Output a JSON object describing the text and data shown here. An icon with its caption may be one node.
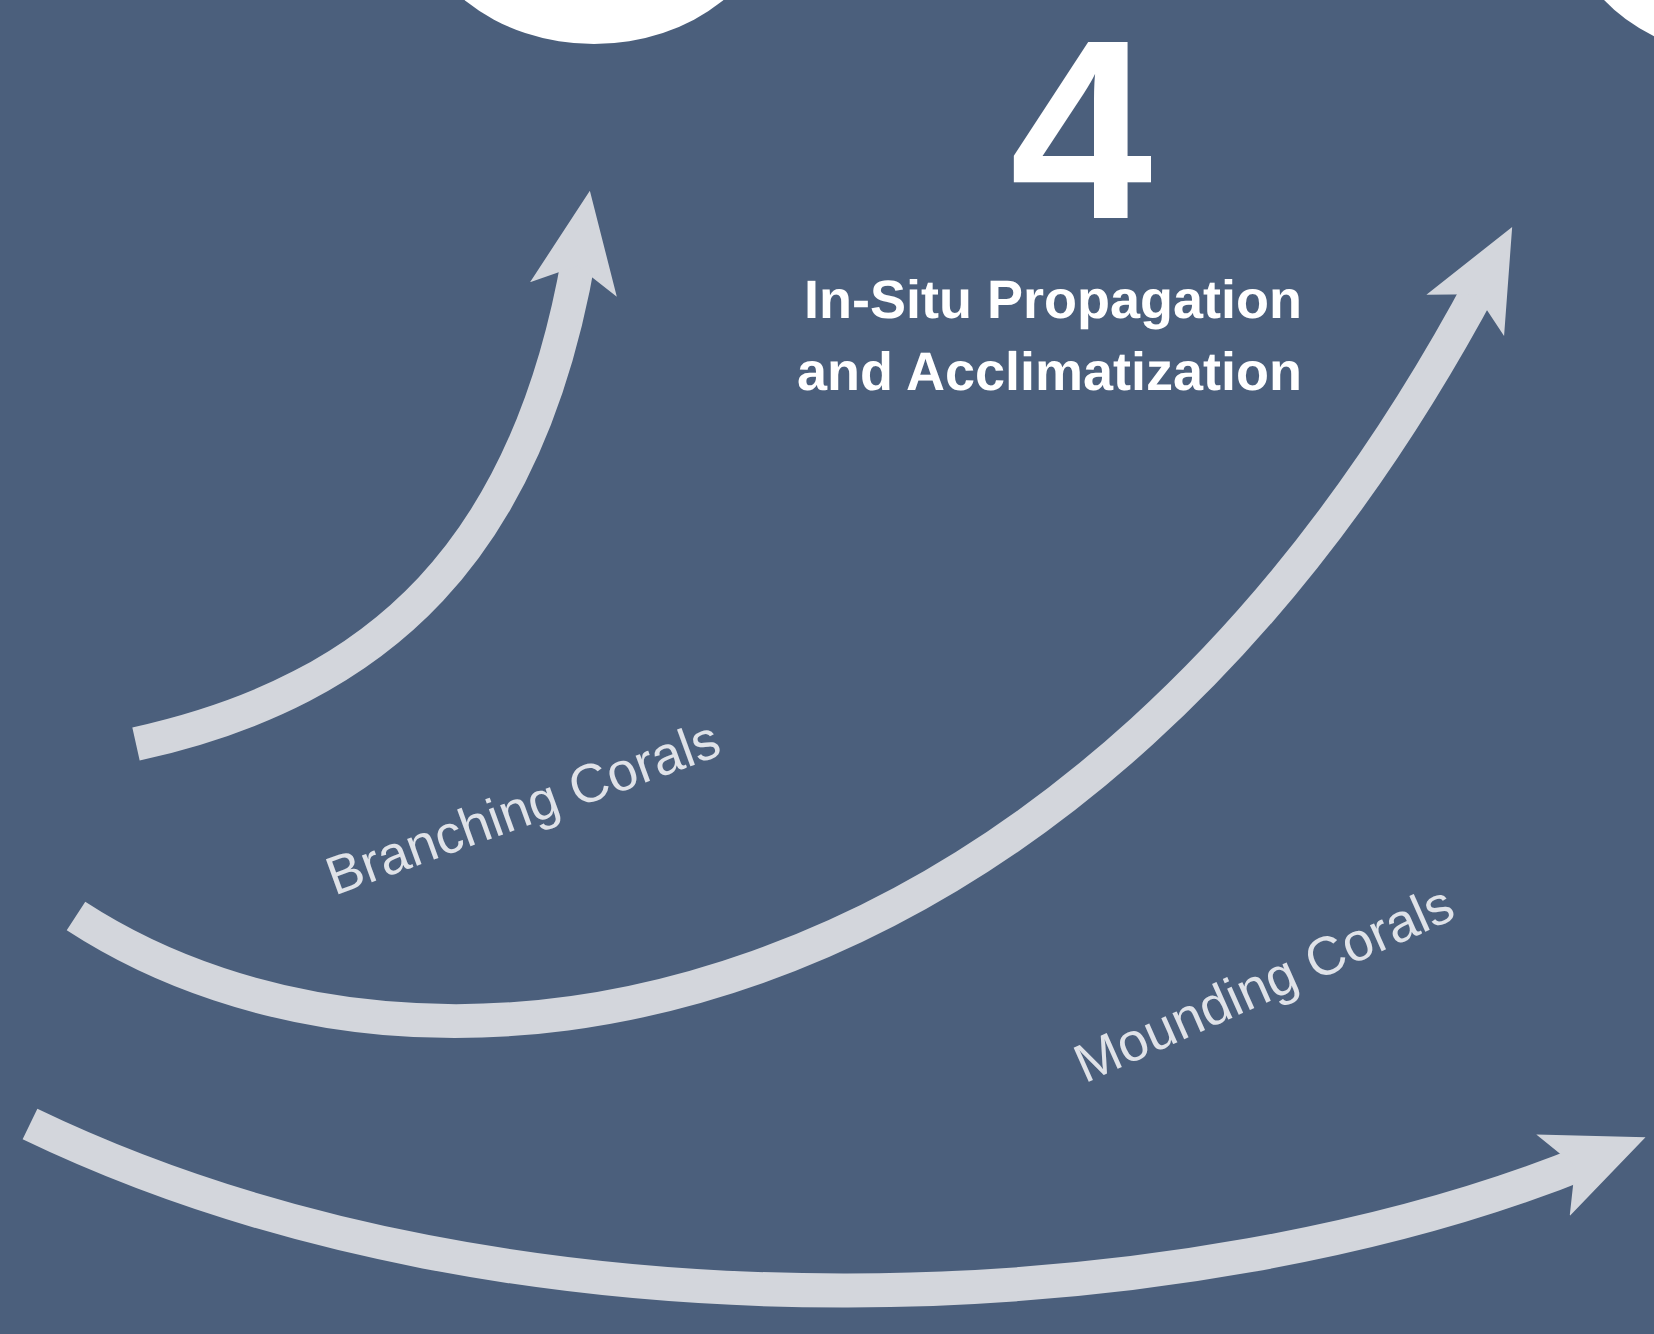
{
  "diagram": {
    "title": "In-Situ Propagation and Acclimatization",
    "nodes": [
      {
        "text": [],
        "shape": "circle"
      },
      {
        "text": [],
        "shape": "circle"
      }
    ],
    "labels": [
      "4",
      "Branching Corals",
      "Mounding Corals"
    ]
  }
}
